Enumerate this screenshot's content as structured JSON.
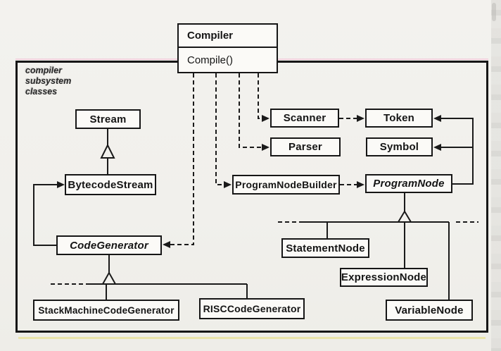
{
  "page": {
    "subsystem_label": "compiler\nsubsystem\nclasses"
  },
  "classes": {
    "compiler": {
      "name": "Compiler",
      "method": "Compile()"
    },
    "stream": {
      "name": "Stream"
    },
    "bytecode_stream": {
      "name": "BytecodeStream"
    },
    "code_generator": {
      "name": "CodeGenerator",
      "abstract": true
    },
    "stack_machine_code_generator": {
      "name": "StackMachineCodeGenerator"
    },
    "risc_code_generator": {
      "name": "RISCCodeGenerator"
    },
    "scanner": {
      "name": "Scanner"
    },
    "parser": {
      "name": "Parser"
    },
    "program_node_builder": {
      "name": "ProgramNodeBuilder"
    },
    "token": {
      "name": "Token"
    },
    "symbol": {
      "name": "Symbol"
    },
    "program_node": {
      "name": "ProgramNode",
      "abstract": true
    },
    "statement_node": {
      "name": "StatementNode"
    },
    "expression_node": {
      "name": "ExpressionNode"
    },
    "variable_node": {
      "name": "VariableNode"
    }
  },
  "relationships": [
    {
      "from": "Compiler",
      "to": "Scanner",
      "type": "dashed-dependency"
    },
    {
      "from": "Compiler",
      "to": "Parser",
      "type": "dashed-dependency"
    },
    {
      "from": "Compiler",
      "to": "ProgramNodeBuilder",
      "type": "dashed-dependency"
    },
    {
      "from": "Compiler",
      "to": "CodeGenerator",
      "type": "dashed-dependency"
    },
    {
      "from": "Scanner",
      "to": "Token",
      "type": "dashed-dependency"
    },
    {
      "from": "ProgramNodeBuilder",
      "to": "ProgramNode",
      "type": "dashed-dependency"
    },
    {
      "from": "CodeGenerator",
      "to": "BytecodeStream",
      "type": "solid-reference"
    },
    {
      "from": "ProgramNode",
      "to": "Token",
      "type": "solid-reference"
    },
    {
      "from": "ProgramNode",
      "to": "Symbol",
      "type": "solid-reference"
    },
    {
      "child": "BytecodeStream",
      "parent": "Stream",
      "type": "inheritance"
    },
    {
      "child": "StackMachineCodeGenerator",
      "parent": "CodeGenerator",
      "type": "inheritance"
    },
    {
      "child": "RISCCodeGenerator",
      "parent": "CodeGenerator",
      "type": "inheritance"
    },
    {
      "child": "StatementNode",
      "parent": "ProgramNode",
      "type": "inheritance"
    },
    {
      "child": "ExpressionNode",
      "parent": "ProgramNode",
      "type": "inheritance"
    },
    {
      "child": "VariableNode",
      "parent": "ProgramNode",
      "type": "inheritance"
    }
  ]
}
